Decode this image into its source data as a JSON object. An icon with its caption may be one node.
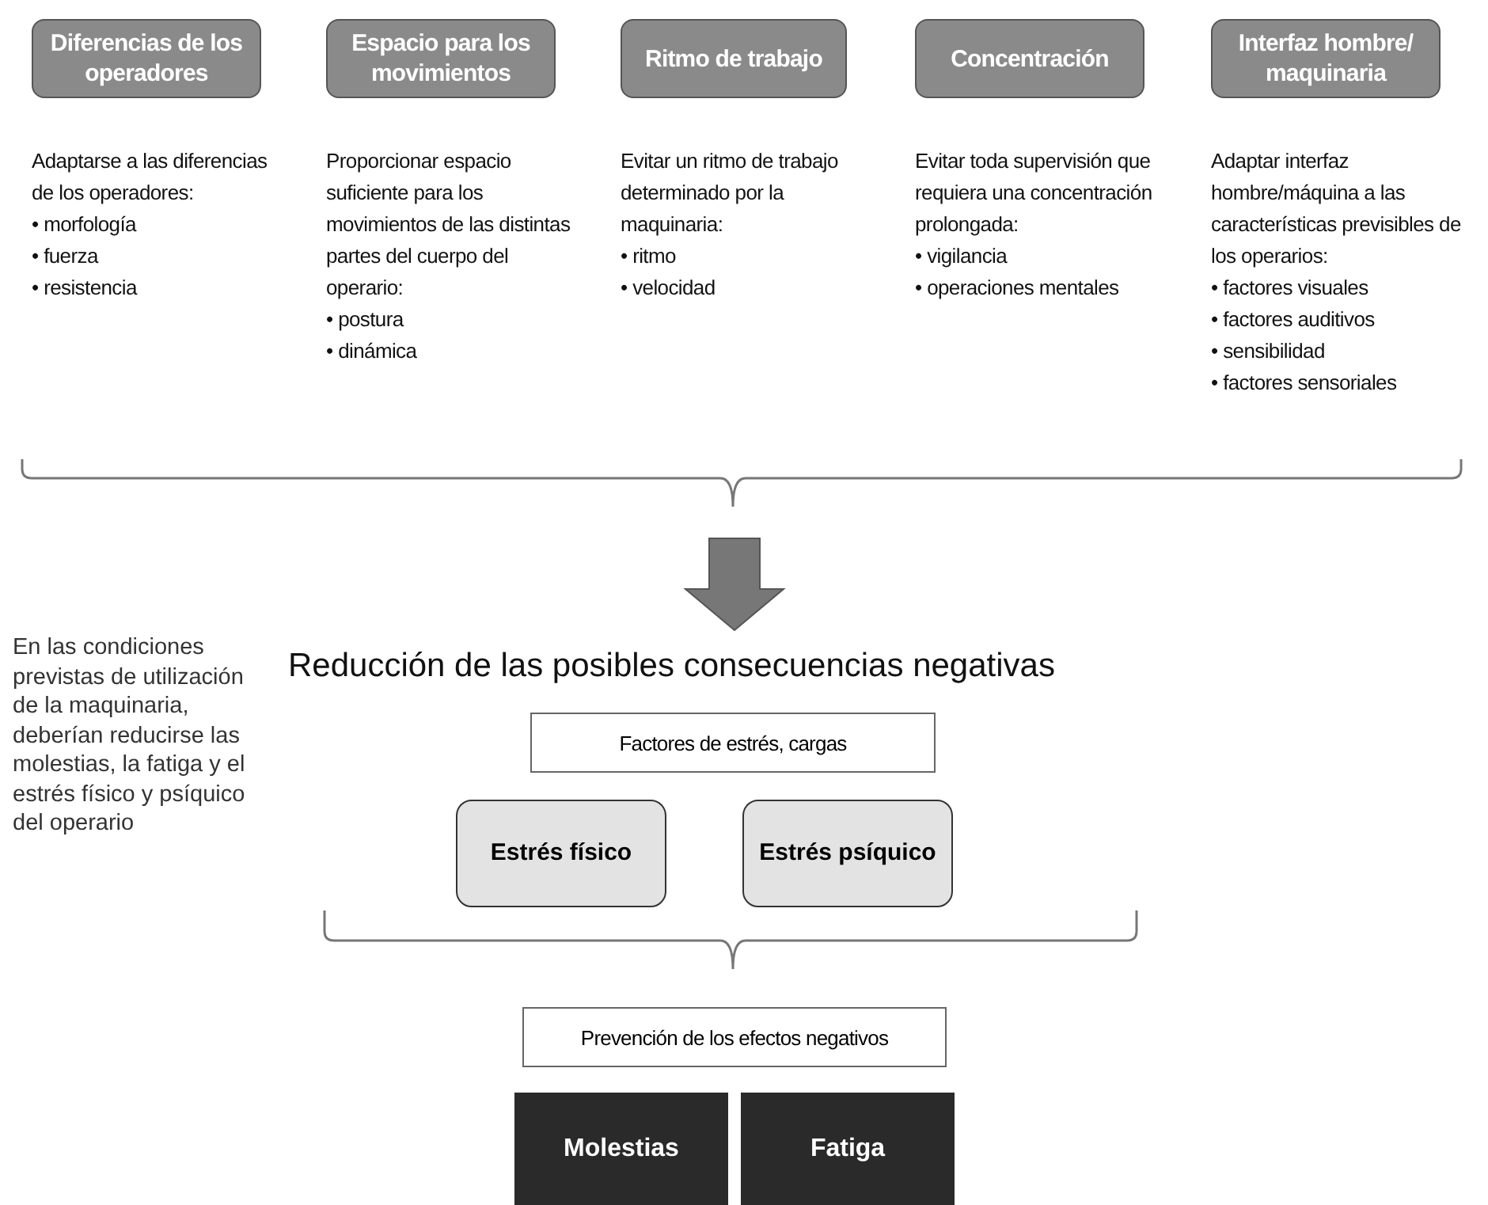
{
  "diagram": {
    "nodes": [
      {
        "text": [
          "Diferencias de los operadores"
        ],
        "beside": [
          "Adaptarse a las diferencias de los operadores:",
          "• morfología",
          "• fuerza",
          "• resistencia"
        ]
      },
      {
        "text": [
          "Espacio para los movimientos"
        ],
        "beside": [
          "Proporcionar espacio suficiente para los movimientos de las distintas partes del cuerpo del operario:",
          "• postura",
          "• dinámica"
        ]
      },
      {
        "text": [
          "Ritmo de trabajo"
        ],
        "beside": [
          "Evitar un ritmo de trabajo determinado por la maquinaria:",
          "• ritmo",
          "• velocidad"
        ]
      },
      {
        "text": [
          "Concentración"
        ],
        "beside": [
          "Evitar toda supervisión que requiera una concentración prolongada:",
          "• vigilancia",
          "• operaciones mentales"
        ]
      },
      {
        "text": [
          "Interfaz hombre/ maquinaria"
        ],
        "beside": [
          "Adaptar interfaz hombre/máquina a las características previsibles de los operarios:",
          "• factores visuales",
          "• factores auditivos",
          "• sensibilidad",
          "• factores sensoriales"
        ]
      },
      {
        "text": [
          "Factores de estrés, cargas"
        ]
      },
      {
        "text": [
          "Estrés físico"
        ]
      },
      {
        "text": [
          "Estrés psíquico"
        ]
      },
      {
        "text": [
          "Prevención de los efectos negativos"
        ]
      },
      {
        "text": [
          "Molestias"
        ]
      },
      {
        "text": [
          "Fatiga"
        ]
      }
    ],
    "labels": [
      "En las condiciones previstas de utilización de la maquinaria, deberían reducirse las molestias, la fatiga y el estrés físico y psíquico del operario",
      "Reducción de las posibles consecuencias negativas"
    ]
  }
}
